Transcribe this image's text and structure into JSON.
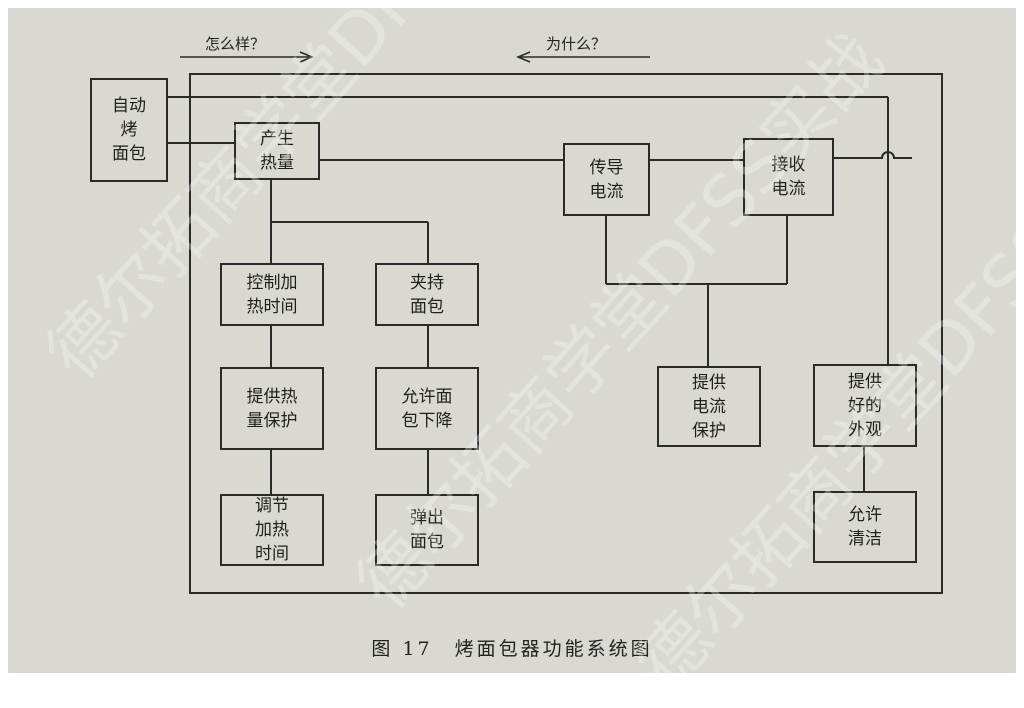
{
  "header": {
    "how_label": "怎么样？",
    "why_label": "为什么？"
  },
  "boxes": {
    "toaster": "自动\n烤\n面包",
    "generate_heat": "产生\n热量",
    "conduct_current": "传导\n电流",
    "receive_current": "接收\n电流",
    "control_heat_time": "控制加\n热时间",
    "hold_bread": "夹持\n面包",
    "heat_protection": "提供热\n量保护",
    "allow_bread_lower": "允许面\n包下降",
    "adjust_heat_time": "调节\n加热\n时间",
    "eject_bread": "弹出\n面包",
    "current_protection": "提供\n电流\n保护",
    "good_appearance": "提供\n好的\n外观",
    "allow_cleaning": "允许\n清洁"
  },
  "caption": "图 17　烤面包器功能系统图",
  "watermark": "德尔拓商学堂DFSS实战",
  "colors": {
    "paper": "#d9d9d1",
    "ink": "#2a2a2a"
  }
}
